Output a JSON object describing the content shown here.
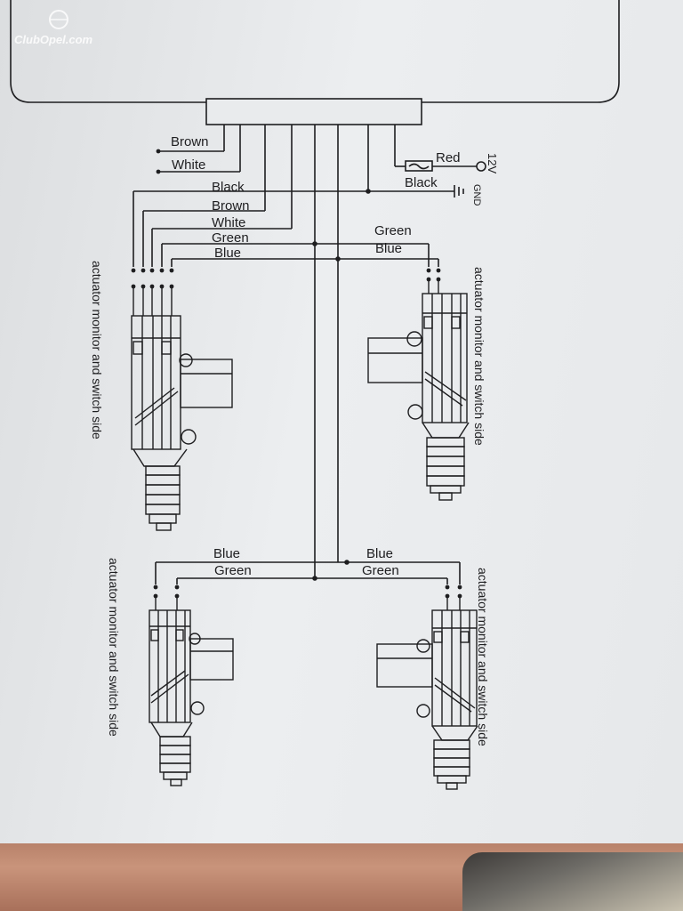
{
  "watermark": {
    "text": "ClubOpel.com"
  },
  "power": {
    "v12_label": "12V",
    "gnd_label": "GND"
  },
  "wires": {
    "brown_top": "Brown",
    "white_top": "White",
    "red": "Red",
    "black_right": "Black",
    "black": "Black",
    "brown": "Brown",
    "white": "White",
    "green_left": "Green",
    "blue_left": "Blue",
    "green_right": "Green",
    "blue_right": "Blue",
    "blue_bl": "Blue",
    "green_bl": "Green",
    "blue_br": "Blue",
    "green_br": "Green"
  },
  "actuators": [
    {
      "label": "actuator monitor and switch side"
    },
    {
      "label": "actuator monitor and switch side"
    },
    {
      "label": "actuator monitor and switch side"
    },
    {
      "label": "actuator monitor and switch side"
    }
  ],
  "colors": {
    "ink": "#1e1e20",
    "paper": "#e6e8ea"
  }
}
